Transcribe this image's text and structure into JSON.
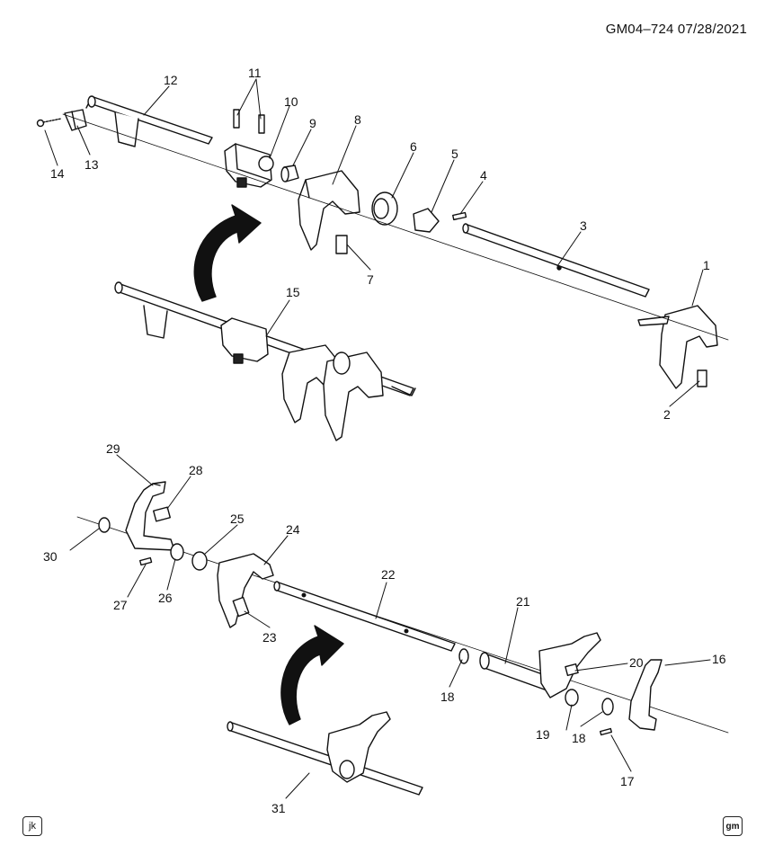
{
  "header": {
    "code": "GM04–724",
    "date": "07/28/2021"
  },
  "footer": {
    "left_badge": "jk",
    "right_badge": "gm"
  },
  "callouts": [
    "1",
    "2",
    "3",
    "4",
    "5",
    "6",
    "7",
    "8",
    "9",
    "10",
    "11",
    "12",
    "13",
    "14",
    "15",
    "16",
    "17",
    "18",
    "19",
    "20",
    "21",
    "22",
    "23",
    "24",
    "25",
    "26",
    "27",
    "28",
    "29",
    "30",
    "31"
  ],
  "icons": {
    "jk": "jk-badge-icon",
    "gm": "gm-logo-icon"
  }
}
